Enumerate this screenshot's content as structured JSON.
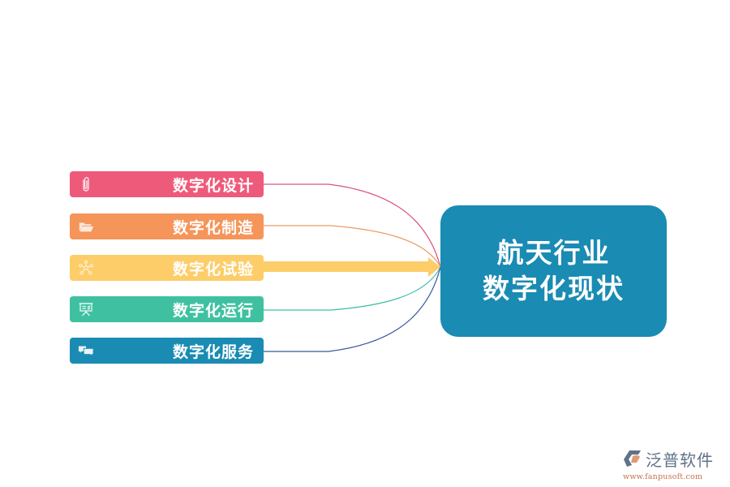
{
  "diagram": {
    "type": "mind-map",
    "center": {
      "lines": [
        "航天行业",
        "数字化现状"
      ],
      "color": "#1a8bb3"
    },
    "branches": [
      {
        "label": "数字化设计",
        "icon": "paperclip-icon",
        "color": "#ee5a7a",
        "line_color": "#d9557a"
      },
      {
        "label": "数字化制造",
        "icon": "folder-open-icon",
        "color": "#f5955a",
        "line_color": "#ec9a64"
      },
      {
        "label": "数字化试验",
        "icon": "network-nodes-icon",
        "color": "#fdcd69",
        "line_color": "#fdcd69",
        "emphasized": true
      },
      {
        "label": "数字化运行",
        "icon": "presentation-board-icon",
        "color": "#3fc1a1",
        "line_color": "#3fbfa8"
      },
      {
        "label": "数字化服务",
        "icon": "chat-bubbles-icon",
        "color": "#1a8bb3",
        "line_color": "#36579a"
      }
    ]
  },
  "watermark": {
    "brand": "泛普软件",
    "url": "www.fanpusoft.com",
    "icon": "fanpu-logo-icon"
  }
}
